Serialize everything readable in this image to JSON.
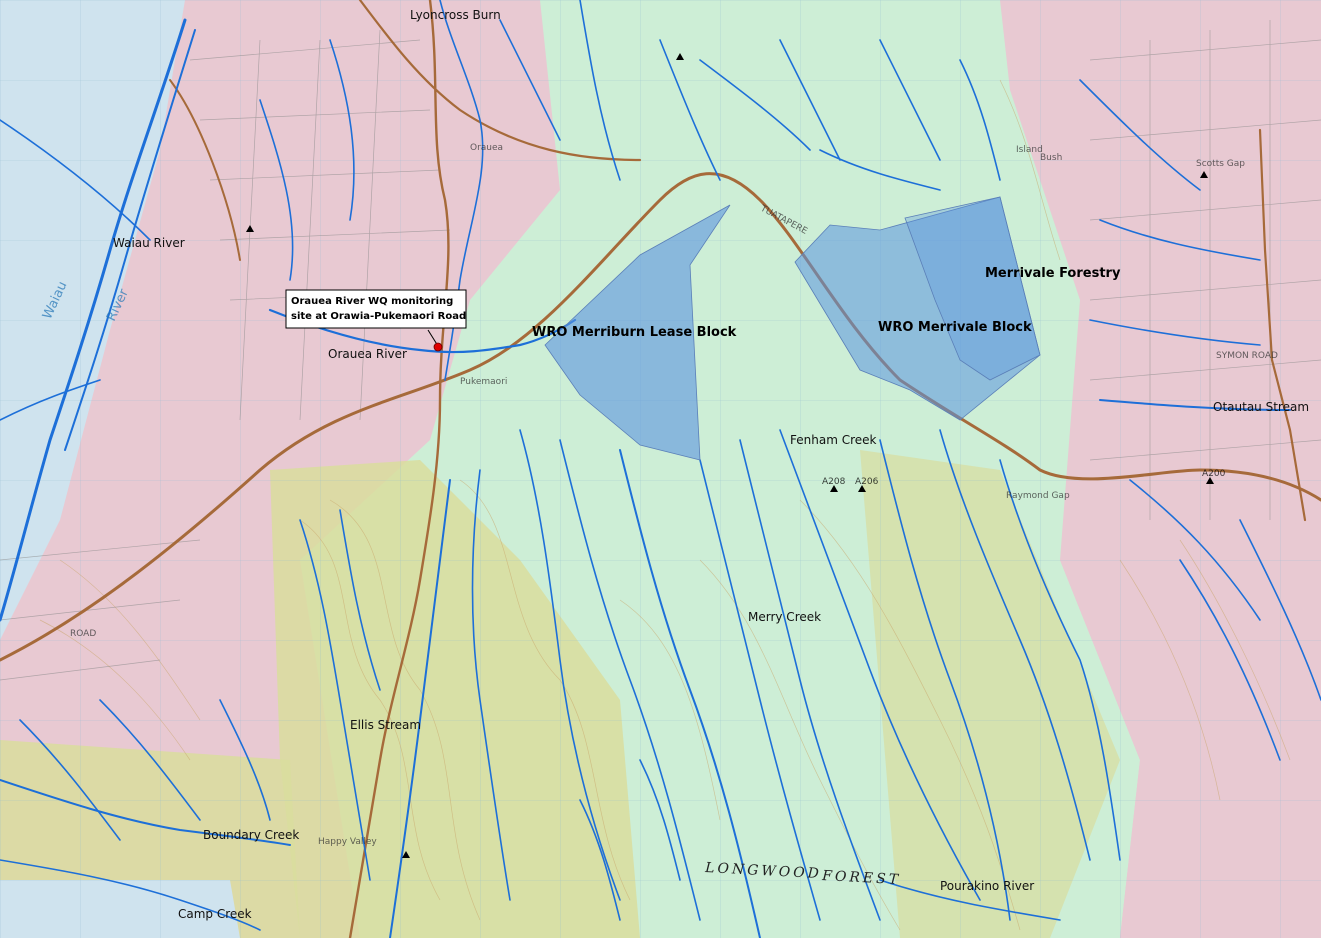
{
  "map": {
    "colors": {
      "pasture_pink": "#e8c9d2",
      "water_blue": "#cfe3ee",
      "catchment_green": "#cdeed6",
      "forest_olive": "#d9dd9e",
      "lease_block": "#5b95e0",
      "stream_blue": "#1d6fd8",
      "road_brown": "#a66a3a",
      "monitoring_site": "#e00000"
    },
    "water_labels": [
      "Lyoncross Burn",
      "Waiau River",
      "Orauea River",
      "Fenham Creek",
      "Otautau Stream",
      "Merry Creek",
      "Ellis Stream",
      "Boundary Creek",
      "Camp Creek",
      "Pourakino River"
    ],
    "blocks": {
      "merriburn": "WRO Merriburn Lease Block",
      "merrivale": "WRO Merrivale Block",
      "forestry": "Merrivale Forestry"
    },
    "forest_label": [
      "LONGWOOD",
      "FOREST"
    ],
    "monitoring_site": {
      "line1": "Orauea River WQ monitoring",
      "line2": "site at Orawia-Pukemaori Road"
    },
    "topo_text": [
      "Scotts Gap",
      "Island",
      "Bush",
      "Raymond Gap",
      "Pukemaori",
      "Happy Valley",
      "Waiau",
      "River",
      "Orauea",
      "TUATAPERE",
      "ROAD",
      "SYMON ROAD",
      "A208",
      "A200",
      "A206"
    ]
  }
}
